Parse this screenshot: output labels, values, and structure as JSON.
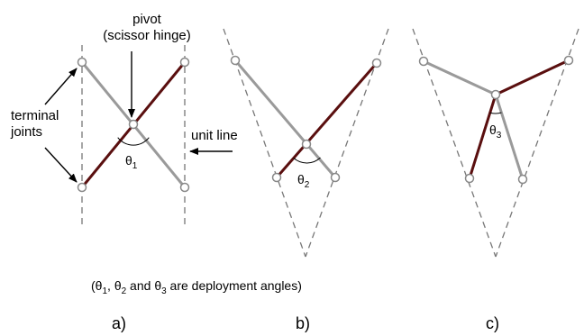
{
  "labels": {
    "pivot_line1": "pivot",
    "pivot_line2": "(scissor hinge)",
    "terminal_line1": "terminal",
    "terminal_line2": "joints",
    "unit_line": "unit line"
  },
  "angles": {
    "symbol": "θ",
    "a": "1",
    "b": "2",
    "c": "3"
  },
  "caption": {
    "open": "(",
    "t1": "1",
    "sep1": ", ",
    "t2": "2",
    "and": " and ",
    "t3": "3",
    "tail": " are deployment angles)"
  },
  "sub_labels": {
    "a": "a)",
    "b": "b)",
    "c": "c)"
  },
  "colors": {
    "grey_bar": "#9a9a9a",
    "red_bar": "#5a0f0f",
    "guide_line": "#777777",
    "joint_fill": "#ffffff",
    "joint_stroke": "#888888"
  }
}
